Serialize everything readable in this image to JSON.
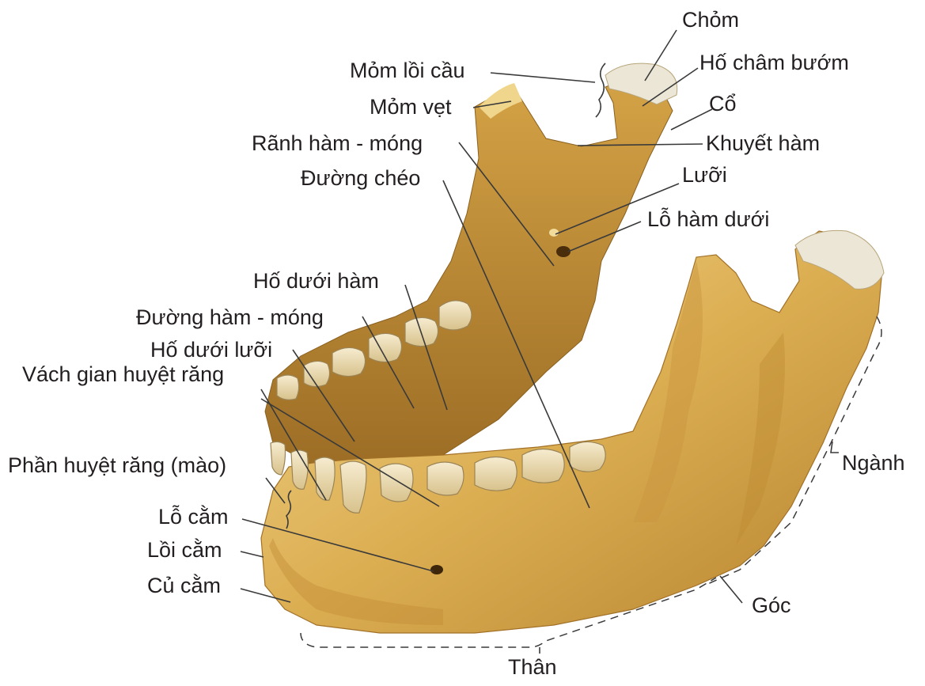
{
  "labels": {
    "chom": "Chỏm",
    "mom_loi_cau": "Mỏm lồi cầu",
    "ho_cham_buom": "Hố châm bướm",
    "mom_vet": "Mỏm vẹt",
    "co": "Cổ",
    "ranh_ham_mong": "Rãnh hàm - móng",
    "khuyet_ham": "Khuyết hàm",
    "duong_cheo": "Đường chéo",
    "luoi": "Lưỡi",
    "lo_ham_duoi": "Lỗ hàm dưới",
    "ho_duoi_ham": "Hố dưới hàm",
    "duong_ham_mong": "Đường hàm - móng",
    "ho_duoi_luoi": "Hố dưới lưỡi",
    "vach_gian_huyet_rang": "Vách gian huyệt răng",
    "phan_huyet_rang": "Phần huyệt răng (mào)",
    "nganh": "Ngành",
    "lo_cam": "Lỗ cằm",
    "loi_cam": "Lồi cằm",
    "cu_cam": "Củ cằm",
    "goc": "Góc",
    "than": "Thân"
  },
  "colors": {
    "bone_light": "#efd38a",
    "bone_mid": "#d9a94c",
    "bone_dark": "#a8772a",
    "cartilage": "#ece6d6",
    "line": "#3a3a3a",
    "text": "#231f20"
  }
}
